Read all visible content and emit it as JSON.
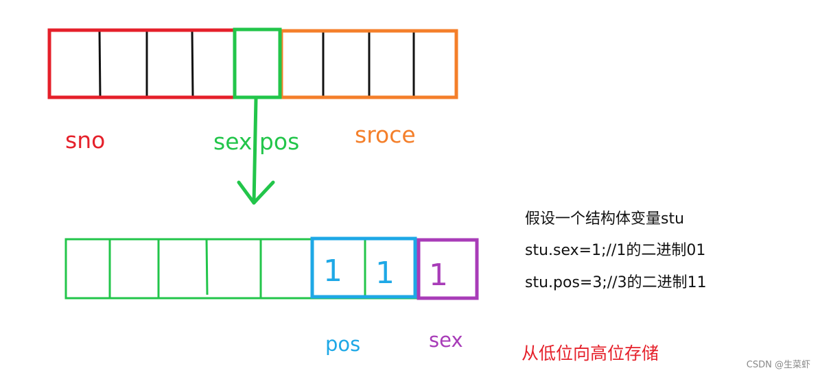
{
  "colors": {
    "sno": "#e5202a",
    "sex_pos": "#22c54a",
    "sroce": "#f47f2a",
    "pos": "#1ea8e6",
    "sex": "#a83cb8",
    "cell_line": "#111111"
  },
  "top_row": {
    "sno_label": "sno",
    "sex_pos_label": "sex pos",
    "sroce_label": "sroce"
  },
  "bottom_row": {
    "pos_bits": [
      "1",
      "1"
    ],
    "sex_bits": [
      "1"
    ],
    "pos_label": "pos",
    "sex_label": "sex"
  },
  "notes": {
    "line1": "假设一个结构体变量stu",
    "line2": "stu.sex=1;//1的二进制01",
    "line3": "stu.pos=3;//3的二进制11"
  },
  "storage_order": "从低位向高位存储",
  "watermark": "CSDN @生菜虾",
  "icons": {
    "arrow": "arrow-down-icon"
  }
}
